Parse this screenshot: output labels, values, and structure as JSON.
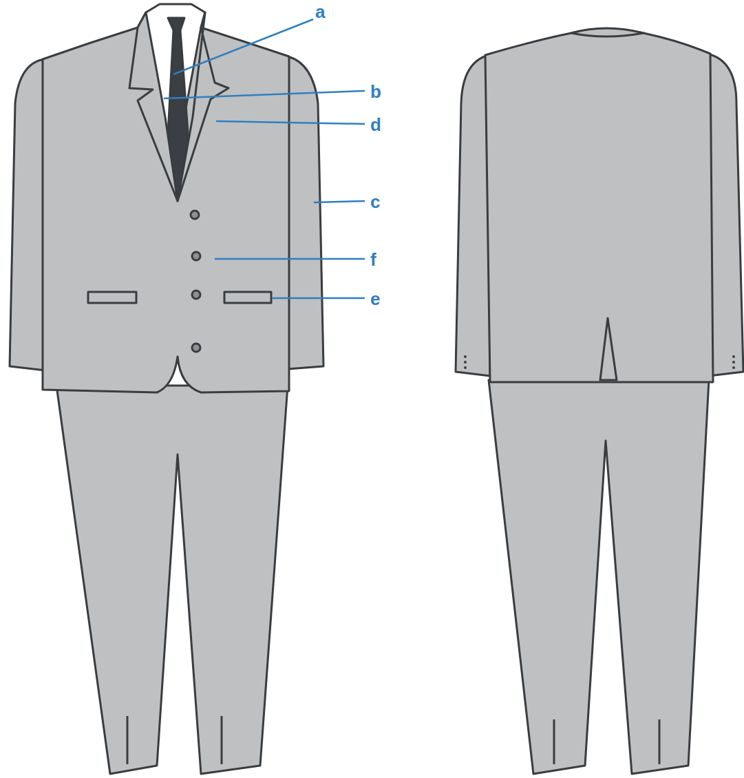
{
  "diagram": {
    "labels": [
      "a",
      "b",
      "d",
      "c",
      "f",
      "e"
    ]
  }
}
